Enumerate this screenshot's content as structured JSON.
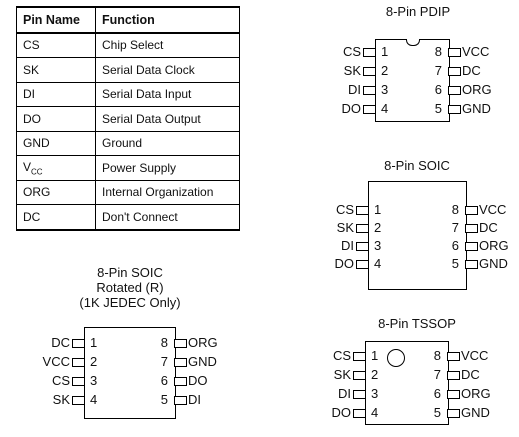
{
  "table": {
    "headers": [
      "Pin Name",
      "Function"
    ],
    "rows": [
      {
        "pin": "CS",
        "fn": "Chip Select"
      },
      {
        "pin": "SK",
        "fn": "Serial Data Clock"
      },
      {
        "pin": "DI",
        "fn": "Serial Data Input"
      },
      {
        "pin": "DO",
        "fn": "Serial Data Output"
      },
      {
        "pin": "GND",
        "fn": "Ground"
      },
      {
        "pin": "V",
        "pin_sub": "CC",
        "fn": "Power Supply"
      },
      {
        "pin": "ORG",
        "fn": "Internal Organization"
      },
      {
        "pin": "DC",
        "fn": "Don't Connect"
      }
    ]
  },
  "pdip": {
    "title": "8-Pin PDIP",
    "left": [
      {
        "name": "CS",
        "num": "1"
      },
      {
        "name": "SK",
        "num": "2"
      },
      {
        "name": "DI",
        "num": "3"
      },
      {
        "name": "DO",
        "num": "4"
      }
    ],
    "right": [
      {
        "name": "VCC",
        "num": "8"
      },
      {
        "name": "DC",
        "num": "7"
      },
      {
        "name": "ORG",
        "num": "6"
      },
      {
        "name": "GND",
        "num": "5"
      }
    ]
  },
  "soic": {
    "title": "8-Pin SOIC",
    "left": [
      {
        "name": "CS",
        "num": "1"
      },
      {
        "name": "SK",
        "num": "2"
      },
      {
        "name": "DI",
        "num": "3"
      },
      {
        "name": "DO",
        "num": "4"
      }
    ],
    "right": [
      {
        "name": "VCC",
        "num": "8"
      },
      {
        "name": "DC",
        "num": "7"
      },
      {
        "name": "ORG",
        "num": "6"
      },
      {
        "name": "GND",
        "num": "5"
      }
    ]
  },
  "soic_rot": {
    "title_lines": [
      "8-Pin SOIC",
      "Rotated (R)",
      "(1K JEDEC Only)"
    ],
    "left": [
      {
        "name": "DC",
        "num": "1"
      },
      {
        "name": "VCC",
        "num": "2"
      },
      {
        "name": "CS",
        "num": "3"
      },
      {
        "name": "SK",
        "num": "4"
      }
    ],
    "right": [
      {
        "name": "ORG",
        "num": "8"
      },
      {
        "name": "GND",
        "num": "7"
      },
      {
        "name": "DO",
        "num": "6"
      },
      {
        "name": "DI",
        "num": "5"
      }
    ]
  },
  "tssop": {
    "title": "8-Pin TSSOP",
    "left": [
      {
        "name": "CS",
        "num": "1"
      },
      {
        "name": "SK",
        "num": "2"
      },
      {
        "name": "DI",
        "num": "3"
      },
      {
        "name": "DO",
        "num": "4"
      }
    ],
    "right": [
      {
        "name": "VCC",
        "num": "8"
      },
      {
        "name": "DC",
        "num": "7"
      },
      {
        "name": "ORG",
        "num": "6"
      },
      {
        "name": "GND",
        "num": "5"
      }
    ]
  }
}
